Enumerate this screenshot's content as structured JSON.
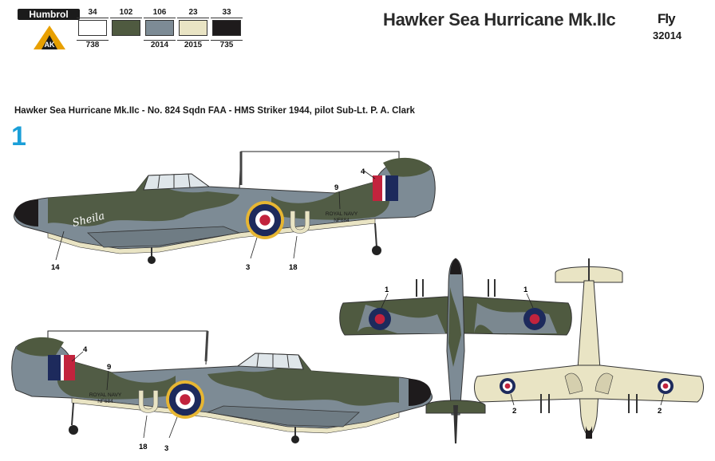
{
  "paint_chart": {
    "brand_label": "Humbrol",
    "humbrol_codes": [
      "34",
      "102",
      "106",
      "23",
      "33"
    ],
    "ak_codes": [
      "738",
      "",
      "2014",
      "2015",
      "735"
    ],
    "swatch_colors": [
      "#ffffff",
      "#4f5a40",
      "#7d8b95",
      "#e9e4c4",
      "#1e1b1c"
    ],
    "ak_logo_text": "AK"
  },
  "header": {
    "title": "Hawker Sea Hurricane Mk.IIc",
    "brand_logo": "Fly",
    "kit_number": "32014"
  },
  "scheme": {
    "number": "1",
    "description": "Hawker Sea Hurricane Mk.IIc - No. 824 Sqdn FAA - HMS Striker 1944, pilot Sub-Lt. P. A. Clark"
  },
  "markings": {
    "fuselage_code": "U",
    "navy_text_line1": "ROYAL NAVY",
    "navy_text_line2": "NF684",
    "nose_art": "Sheila"
  },
  "callouts": {
    "top_profile": [
      "4",
      "9",
      "14",
      "3",
      "18"
    ],
    "bottom_profile": [
      "4",
      "9",
      "18",
      "3"
    ],
    "top_view": [
      "1",
      "1"
    ],
    "bottom_view": [
      "2",
      "2"
    ]
  },
  "colors": {
    "dark_green": "#4f5a40",
    "sea_grey": "#7d8b95",
    "sky": "#e9e4c4",
    "black": "#1e1b1c",
    "roundel_blue": "#1d2a5c",
    "roundel_red": "#c2233d",
    "roundel_yellow": "#e7b632",
    "accent_blue": "#1a9fd8"
  }
}
